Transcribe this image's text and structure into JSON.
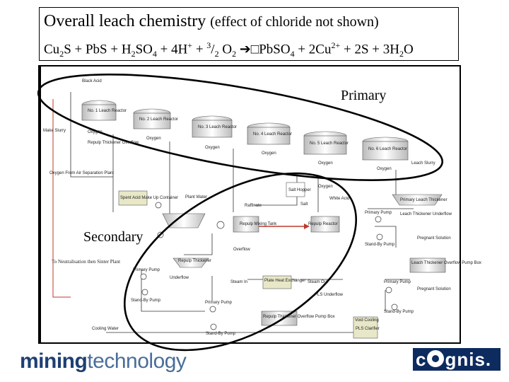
{
  "title": {
    "main": "Overall leach chemistry",
    "sub": "(effect of chloride not shown)"
  },
  "equation": {
    "text1": "Cu",
    "sub1": "2",
    "text2": "S + Pb",
    "text3": "S + H",
    "sub2": "2",
    "text4": "SO",
    "sub3": "4",
    "text5": " + 4H",
    "sup1": "+",
    "text6": " + ",
    "sup2": "3",
    "text7": "/",
    "sub4": "2",
    "text8": " O",
    "sub5": "2",
    "arrow": " ➔",
    "text9": "□Pb",
    "text10": "SO",
    "sub6": "4",
    "text11": " + 2Cu",
    "sup3": "2+",
    "text12": " + 2S + 3H",
    "sub7": "2",
    "text13": "O"
  },
  "regions": {
    "primary": "Primary",
    "secondary": "Secondary"
  },
  "flowsheet": {
    "black_acid": "Black Acid",
    "reactor1": "No. 1 Leach Reactor",
    "reactor2": "No. 2 Leach Reactor",
    "reactor3": "No. 3 Leach Reactor",
    "reactor4": "No. 4 Leach Reactor",
    "reactor5": "No. 5 Leach Reactor",
    "reactor6": "No. 6 Leach Reactor",
    "make_slurry": "Make Slurry",
    "oxygen": "Oxygen",
    "repulp_overflow": "Repulp Thickener Overflow",
    "oxygen_from_air": "Oxygen From Air Separation Plant",
    "leach_slurry": "Leach Slurry",
    "spent_acid": "Spent Acid Make Up Container",
    "plant_water": "Plant Water",
    "raffinate": "Raffinate",
    "salt_hopper": "Salt Hopper",
    "salt": "Salt",
    "white_acid": "White Acid",
    "primary_thickener": "Primary Leach Thickener",
    "primary_pump": "Primary Pump",
    "leach_underflow": "Leach Thickener Underflow",
    "repulp_mixing_tank": "Repulp Mixing Tank",
    "repulp_reactor": "Repulp Reactor",
    "pregnant_solution": "Pregnant Solution",
    "standby_pump": "Stand-By Pump",
    "overflow": "Overflow",
    "repulp_thickener": "Repulp Thickener",
    "to_neutralisation": "To Neutralisation then Sinter Plant",
    "underflow": "Underflow",
    "steam_in": "Steam In",
    "plate_heat_exchanger": "Plate Heat Exchanger",
    "steam_out": "Steam Out",
    "pls_underflow": "PLS Underflow",
    "repulp_overflow_box": "Repulp Thickener Overflow Pump Box",
    "leach_overflow_box": "Leach Thickener Overflow Pump Box",
    "cooling_water": "Cooling Water",
    "pls_clarifier": "PLS Clarifier",
    "void_cooling": "Void Cooling",
    "prefix_n": "No. "
  },
  "footer": {
    "mining": "mining",
    "technology": "technology",
    "cognis_c": "c",
    "cognis_rest": "gnis."
  }
}
